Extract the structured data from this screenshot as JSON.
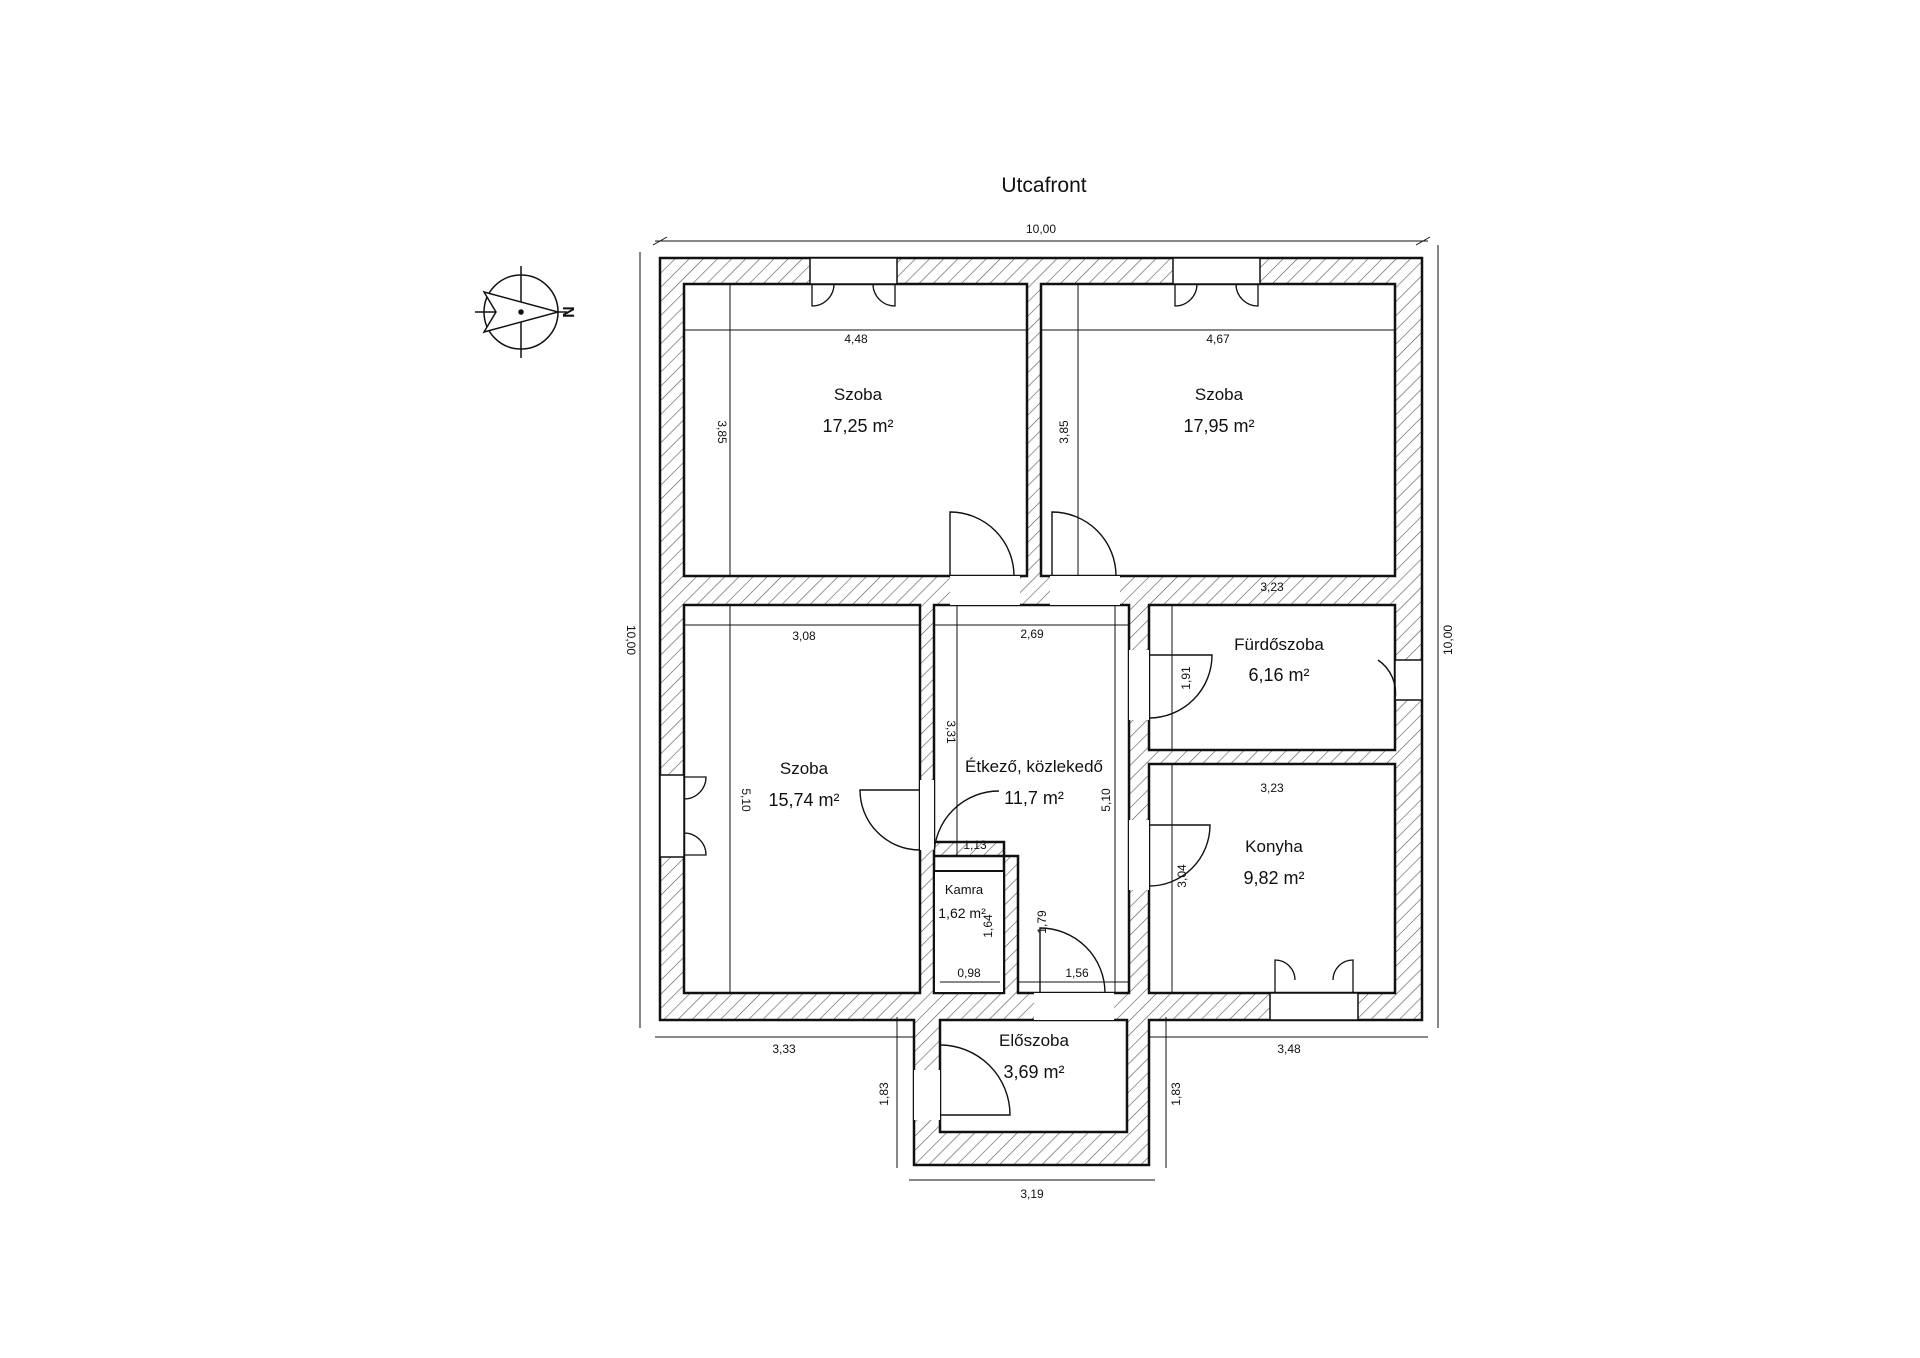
{
  "title": "Utcafront",
  "compass": {
    "north_letter": "N",
    "icon": "north-arrow-icon"
  },
  "colors": {
    "wall_hatch": "#555555",
    "line": "#111111",
    "background": "#ffffff"
  },
  "rooms": {
    "szoba_nw": {
      "name": "Szoba",
      "area": "17,25 m²",
      "width": "4,48",
      "depth": "3,85"
    },
    "szoba_ne": {
      "name": "Szoba",
      "area": "17,95 m²",
      "width": "4,67",
      "depth": "3,85"
    },
    "szoba_sw": {
      "name": "Szoba",
      "area": "15,74 m²",
      "width": "3,08",
      "depth": "5,10"
    },
    "etkezo": {
      "name": "Étkező, közlekedő",
      "area": "11,7 m²",
      "width_top": "2,69",
      "height_left": "3,31",
      "height_right": "5,10",
      "step_width": "1,13",
      "width_bottom": "1,56",
      "height_small": "1,79"
    },
    "furdo": {
      "name": "Fürdőszoba",
      "area": "6,16 m²",
      "width": "3,23",
      "depth": "1,91"
    },
    "konyha": {
      "name": "Konyha",
      "area": "9,82 m²",
      "width": "3,23",
      "depth": "3,04"
    },
    "kamra": {
      "name": "Kamra",
      "area": "1,62 m²",
      "width": "0,98",
      "depth": "1,64"
    },
    "eloszoba": {
      "name": "Előszoba",
      "area": "3,69 m²"
    }
  },
  "dimensions": {
    "overall_top": "10,00",
    "overall_left": "10,00",
    "overall_right": "10,00",
    "bottom_left": "3,33",
    "bottom_right": "3,48",
    "entry_bottom": "3,19",
    "entry_left": "1,83",
    "entry_right": "1,83"
  }
}
